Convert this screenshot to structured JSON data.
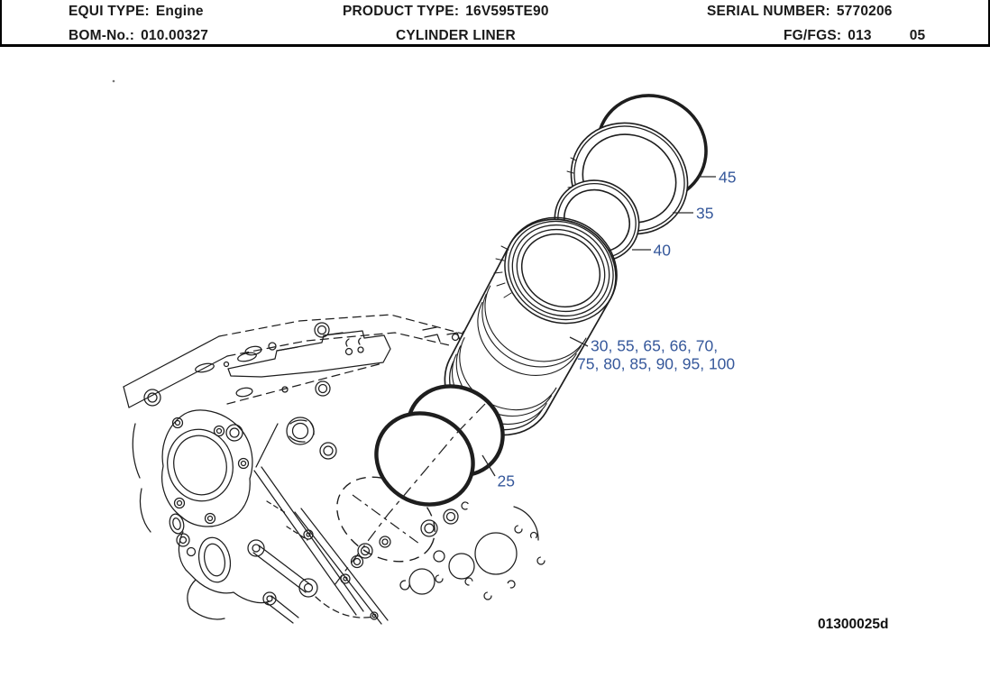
{
  "header": {
    "equi_type_label": "EQUI TYPE:",
    "equi_type_value": "Engine",
    "product_type_label": "PRODUCT TYPE:",
    "product_type_value": "16V595TE90",
    "serial_number_label": "SERIAL NUMBER:",
    "serial_number_value": "5770206",
    "bom_label": "BOM-No.:",
    "bom_value": "010.00327",
    "drawing_title": "CYLINDER LINER",
    "fg_fgs_label": "FG/FGS:",
    "fg_value": "013",
    "fgs_value": "05"
  },
  "diagram": {
    "drawing_number": "01300025d",
    "callout_color": "#36589B",
    "line_color": "#1E1E1E",
    "callouts": [
      {
        "id": "45",
        "label": "45"
      },
      {
        "id": "35",
        "label": "35"
      },
      {
        "id": "40",
        "label": "40"
      },
      {
        "id": "liner-group-line1",
        "label": "30, 55, 65, 66, 70,"
      },
      {
        "id": "liner-group-line2",
        "label": "75, 80, 85, 90, 95, 100"
      },
      {
        "id": "25",
        "label": "25"
      }
    ]
  }
}
